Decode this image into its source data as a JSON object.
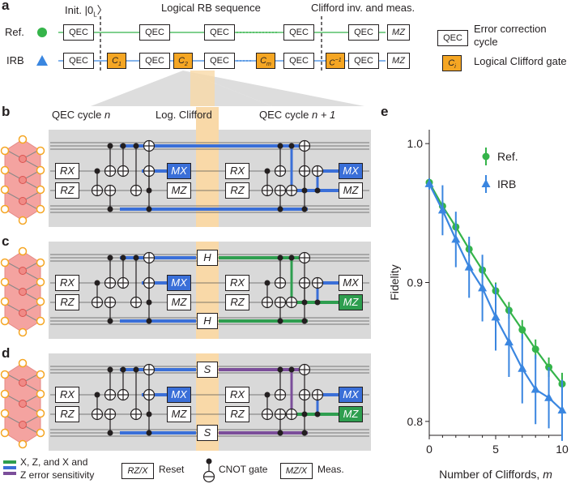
{
  "panel_a": {
    "letter": "a",
    "header_init": "Init. |0",
    "header_init_sub": "L",
    "header_init_end": "〉",
    "header_rb": "Logical RB sequence",
    "header_inv": "Clifford inv. and meas.",
    "row_ref_label": "Ref.",
    "row_irb_label": "IRB",
    "qec": "QEC",
    "mz": "MZ",
    "c1": "C",
    "c1_sub": "1",
    "c2": "C",
    "c2_sub": "2",
    "cm": "C",
    "cm_sub": "m",
    "cinv": "C",
    "cinv_sup": "−1",
    "legend_qec_text": "Error correction cycle",
    "legend_ci": "C",
    "legend_ci_sub": "i",
    "legend_ci_text": "Logical Clifford gate",
    "colors": {
      "ref": "#35b44a",
      "irb": "#3a86e0",
      "orange": "#f5a623"
    }
  },
  "panel_b": {
    "letter": "b",
    "title_left": "QEC cycle ",
    "title_left_n": "n",
    "title_mid": "Log. Clifford",
    "title_right": "QEC cycle ",
    "title_right_n": "n + 1",
    "rx": "RX",
    "rz": "RZ",
    "mx": "MX",
    "mz": "MZ"
  },
  "panel_c": {
    "letter": "c",
    "h": "H",
    "rx": "RX",
    "rz": "RZ",
    "mx": "MX",
    "mz": "MZ"
  },
  "panel_d": {
    "letter": "d",
    "s": "S",
    "rx": "RX",
    "rz": "RZ",
    "mx": "MX",
    "mz": "MZ"
  },
  "legend_bottom": {
    "sensitivity_line1": "X, Z, and X and",
    "sensitivity_line2": "Z error sensitivity",
    "reset_box": "RZ/X",
    "reset_text": "Reset",
    "cnot_text": "CNOT gate",
    "meas_box": "MZ/X",
    "meas_text": "Meas.",
    "colors": {
      "green": "#2e9e4f",
      "blue": "#3a6fd8",
      "purple": "#7b4e9a"
    }
  },
  "panel_e": {
    "letter": "e"
  },
  "chart_data": {
    "type": "line",
    "xlabel": "Number of Cliffords, m",
    "ylabel": "Fidelity",
    "xlim": [
      0,
      10
    ],
    "ylim": [
      0.79,
      1.01
    ],
    "xticks": [
      "0",
      "5",
      "10"
    ],
    "yticks": [
      "0.8",
      "0.9",
      "1.0"
    ],
    "legend_position": "top-right",
    "series": [
      {
        "name": "Ref.",
        "marker": "circle",
        "color": "#35b44a",
        "x": [
          0,
          1,
          2,
          3,
          4,
          5,
          6,
          7,
          8,
          9,
          10
        ],
        "y": [
          0.972,
          0.955,
          0.94,
          0.924,
          0.909,
          0.894,
          0.88,
          0.866,
          0.852,
          0.839,
          0.827
        ],
        "err": [
          0.003,
          0.004,
          0.004,
          0.005,
          0.005,
          0.006,
          0.006,
          0.007,
          0.007,
          0.007,
          0.008
        ]
      },
      {
        "name": "IRB",
        "marker": "triangle",
        "color": "#3a86e0",
        "x": [
          0,
          1,
          2,
          3,
          4,
          5,
          6,
          7,
          8,
          9,
          10
        ],
        "y": [
          0.971,
          0.952,
          0.931,
          0.911,
          0.896,
          0.875,
          0.857,
          0.838,
          0.823,
          0.817,
          0.808
        ],
        "err": [
          0.004,
          0.018,
          0.02,
          0.022,
          0.024,
          0.024,
          0.025,
          0.025,
          0.025,
          0.022,
          0.022
        ]
      }
    ]
  }
}
